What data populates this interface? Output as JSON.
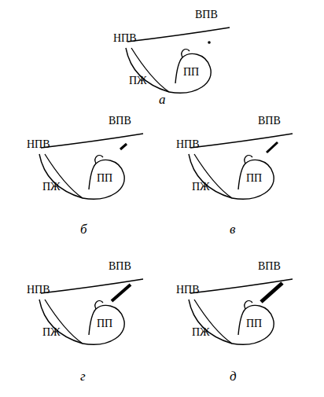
{
  "diagram": {
    "labels": [
      "ВПВ",
      "НПВ",
      "ПЖ",
      "ПП",
      "а",
      "ВПВ",
      "НПВ",
      "ПЖ",
      "ПП",
      "б",
      "ВПВ",
      "НПВ",
      "ПЖ",
      "ПП",
      "в",
      "ВПВ",
      "НПВ",
      "ПЖ",
      "ПП",
      "г",
      "ВПВ",
      "НПВ",
      "ПЖ",
      "ПП",
      "д"
    ]
  }
}
